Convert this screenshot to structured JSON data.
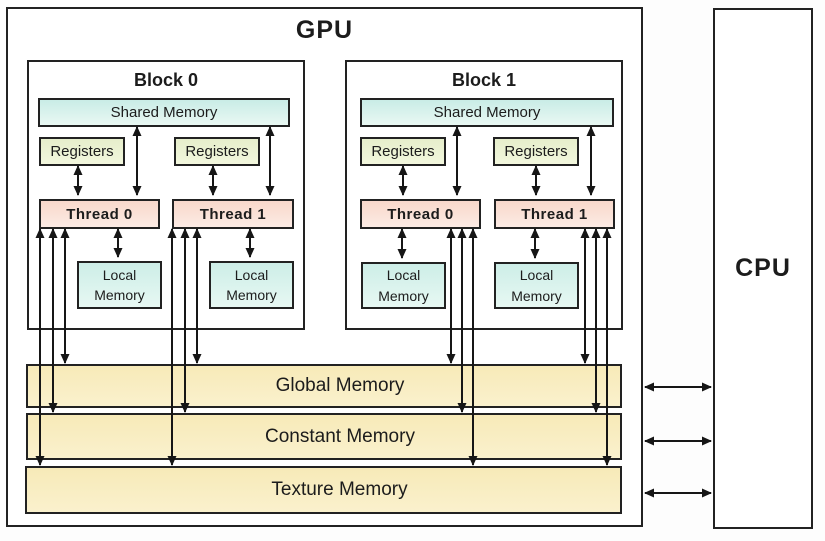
{
  "gpu": {
    "label": "GPU"
  },
  "cpu": {
    "label": "CPU"
  },
  "blocks": [
    {
      "title": "Block 0",
      "shared_memory_label": "Shared Memory",
      "registers_labels": [
        "Registers",
        "Registers"
      ],
      "thread_labels": [
        "Thread 0",
        "Thread 1"
      ],
      "local_memory_labels": [
        "Local Memory",
        "Local Memory"
      ]
    },
    {
      "title": "Block 1",
      "shared_memory_label": "Shared Memory",
      "registers_labels": [
        "Registers",
        "Registers"
      ],
      "thread_labels": [
        "Thread 0",
        "Thread 1"
      ],
      "local_memory_labels": [
        "Local Memory",
        "Local Memory"
      ]
    }
  ],
  "memory_bars": [
    {
      "label": "Global Memory"
    },
    {
      "label": "Constant Memory"
    },
    {
      "label": "Texture Memory"
    }
  ],
  "connections": [
    "Registers <-> Thread (bidirectional)",
    "Shared Memory <-> Thread (bidirectional)",
    "Thread <-> Local Memory (bidirectional)",
    "Thread <-> Global Memory (bidirectional)",
    "Thread <-> Constant Memory (bidirectional)",
    "Thread <-> Texture Memory (bidirectional)",
    "CPU <-> Global Memory (bidirectional)",
    "CPU <-> Constant Memory (bidirectional)",
    "CPU <-> Texture Memory (bidirectional)"
  ],
  "colors": {
    "shared_memory_fill": "#d2efe9",
    "registers_fill": "#e9f0d1",
    "thread_fill": "#f9dcd1",
    "local_memory_fill": "#d5f1ea",
    "memory_bar_fill": "#f8edc2",
    "border": "#222222",
    "arrow": "#161616",
    "background": "#ffffff"
  }
}
